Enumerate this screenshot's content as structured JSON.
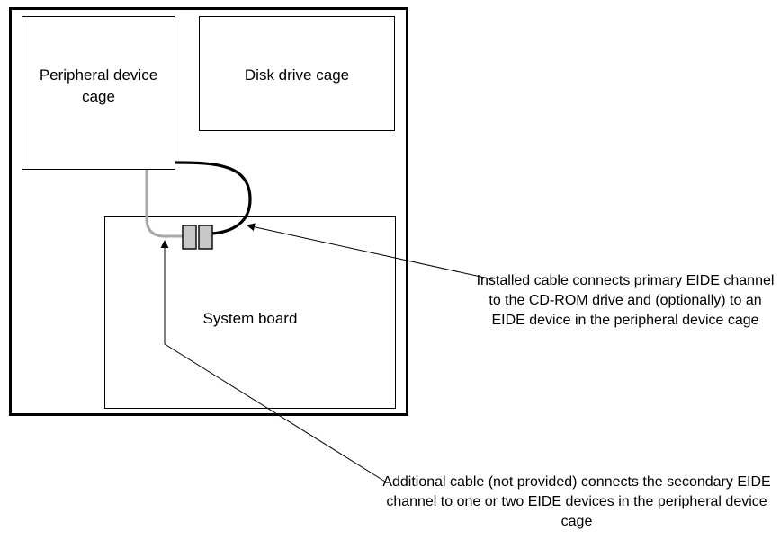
{
  "labels": {
    "peripheral_cage": "Peripheral device cage",
    "disk_cage": "Disk drive cage",
    "system_board": "System board"
  },
  "callouts": {
    "installed_cable": "Installed cable connects primary EIDE channel to the CD-ROM drive and (optionally) to an EIDE device in the peripheral device cage",
    "additional_cable": "Additional cable (not provided) connects the secondary EIDE channel to one or two EIDE devices in the peripheral device cage"
  },
  "colors": {
    "outline": "#000000",
    "primary_cable": "#000000",
    "secondary_cable": "#a8a8a8",
    "connector_fill": "#c8c8c8"
  }
}
